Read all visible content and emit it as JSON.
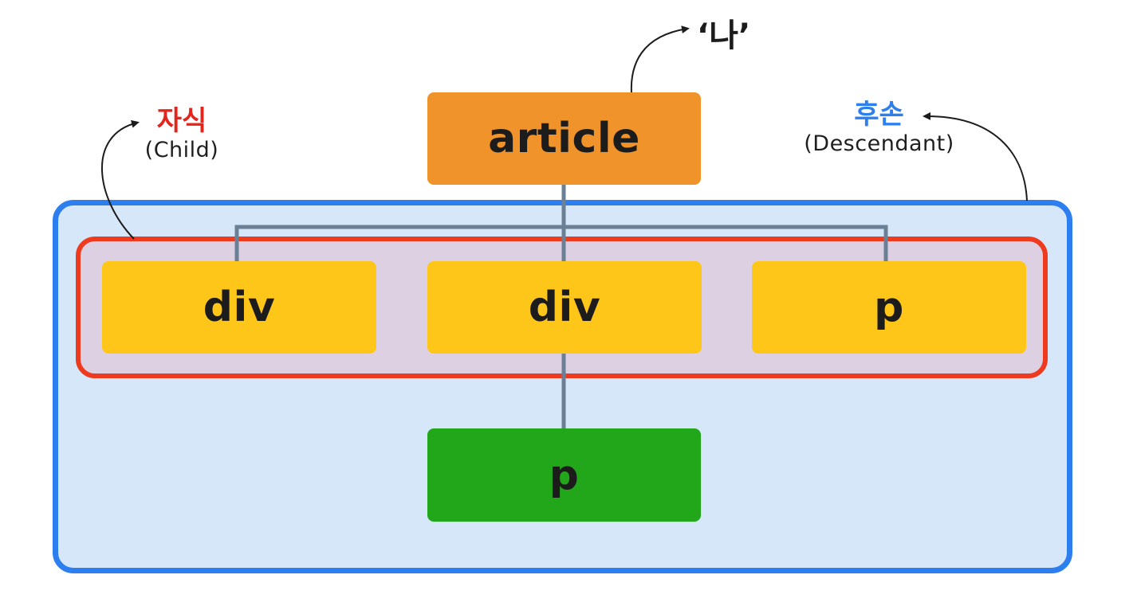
{
  "labels": {
    "self": "‘나’",
    "child_ko": "자식",
    "child_en": "(Child)",
    "descendant_ko": "후손",
    "descendant_en": "(Descendant)"
  },
  "nodes": {
    "root": "article",
    "children": [
      "div",
      "div",
      "p"
    ],
    "grandchild": "p"
  },
  "colors": {
    "root": "#f0932a",
    "child": "#ffc61a",
    "grandchild": "#22a61a",
    "child_highlight": "#ee3b1f",
    "descendant_highlight": "#2d7ff0"
  }
}
